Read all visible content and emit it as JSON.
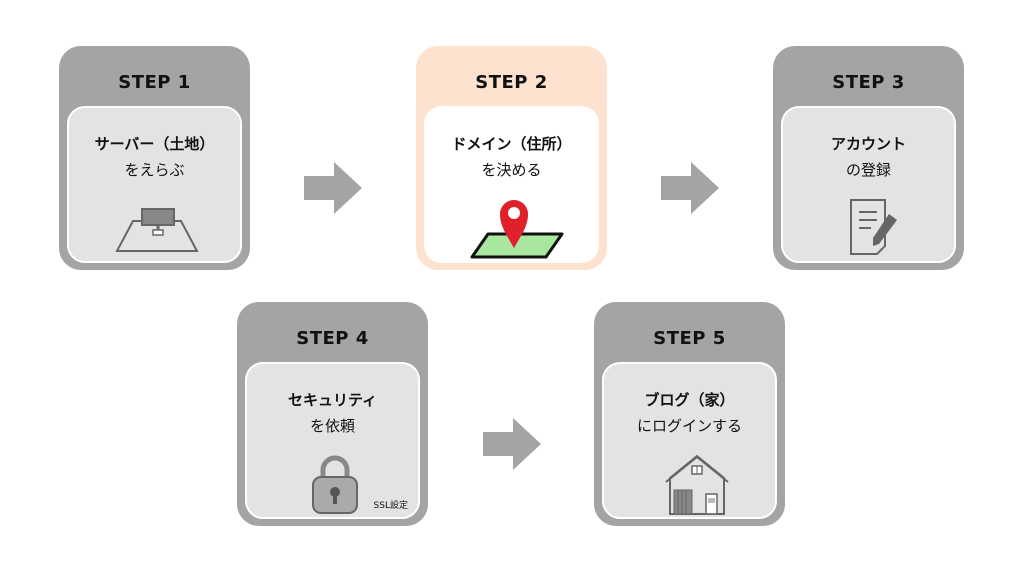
{
  "steps": [
    {
      "label": "STEP 1",
      "line1": "サーバー（土地）",
      "line2": "をえらぶ",
      "icon": "server-land-icon"
    },
    {
      "label": "STEP 2",
      "line1": "ドメイン（住所）",
      "line2": "を決める",
      "icon": "map-pin-icon"
    },
    {
      "label": "STEP 3",
      "line1": "アカウント",
      "line2": "の登録",
      "icon": "document-pen-icon"
    },
    {
      "label": "STEP 4",
      "line1": "セキュリティ",
      "line2": "を依頼",
      "icon": "lock-icon",
      "note": "SSL設定"
    },
    {
      "label": "STEP 5",
      "line1": "ブログ（家）",
      "line2": "にログインする",
      "icon": "house-icon"
    }
  ],
  "colors": {
    "step_gray": "#a4a4a4",
    "card_gray": "#e3e3e3",
    "step_active": "#fde3cf",
    "arrow": "#a4a4a4",
    "pin": "#e0202a",
    "map": "#a9e6a0"
  }
}
